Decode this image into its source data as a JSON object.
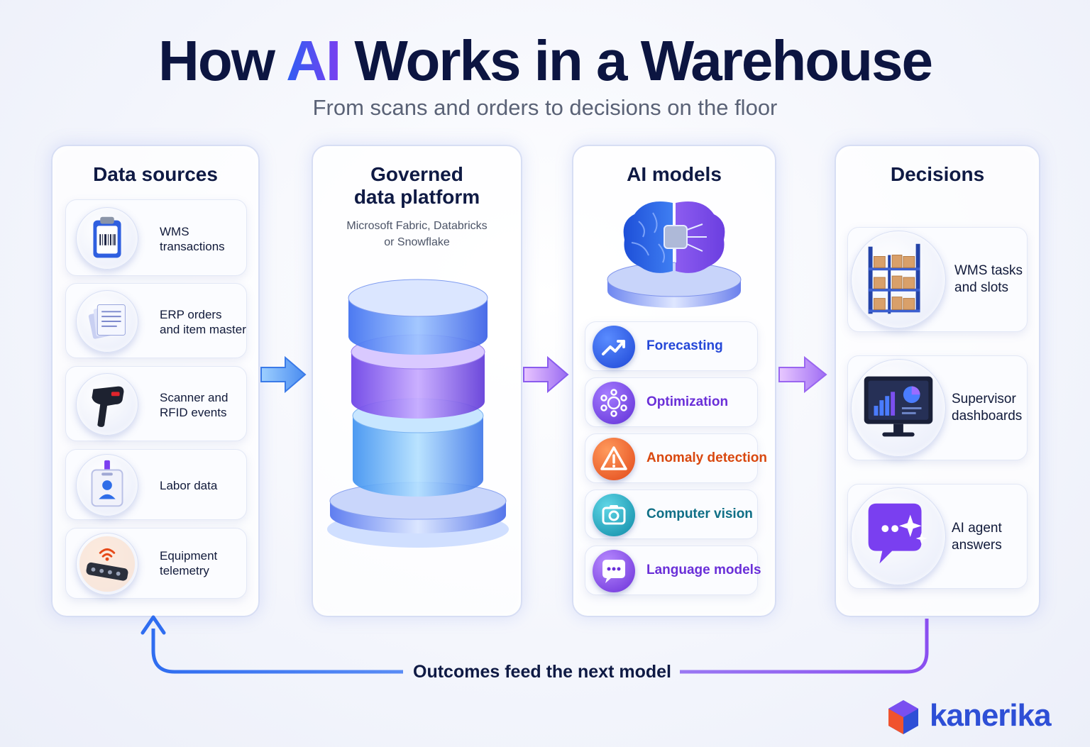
{
  "header": {
    "title_pre": "How ",
    "title_ai": "AI",
    "title_post": " Works in a Warehouse",
    "subtitle": "From scans and orders to decisions on the floor"
  },
  "panels": {
    "data_sources": {
      "title": "Data sources",
      "items": [
        {
          "label": "WMS\ntransactions",
          "icon": "clipboard-barcode-icon"
        },
        {
          "label": "ERP orders\nand item master",
          "icon": "documents-icon"
        },
        {
          "label": "Scanner and\nRFID events",
          "icon": "barcode-scanner-icon"
        },
        {
          "label": "Labor data",
          "icon": "id-badge-icon"
        },
        {
          "label": "Equipment\ntelemetry",
          "icon": "telemetry-sensor-icon"
        }
      ]
    },
    "platform": {
      "title_line1": "Governed",
      "title_line2": "data platform",
      "note_line1": "Microsoft Fabric, Databricks",
      "note_line2": "or Snowflake",
      "icon": "database-stack-icon"
    },
    "models": {
      "title": "AI models",
      "icon": "brain-chip-icon",
      "items": [
        {
          "label": "Forecasting",
          "color": "#2548d8",
          "icon": "trend-up-icon"
        },
        {
          "label": "Optimization",
          "color": "#6a2fd8",
          "icon": "network-nodes-icon"
        },
        {
          "label": "Anomaly detection",
          "color": "#d9480f",
          "icon": "warning-triangle-icon"
        },
        {
          "label": "Computer vision",
          "color": "#0f6f86",
          "icon": "camera-icon"
        },
        {
          "label": "Language models",
          "color": "#6a2fd8",
          "icon": "chat-bubble-icon"
        }
      ]
    },
    "decisions": {
      "title": "Decisions",
      "items": [
        {
          "label": "WMS tasks\nand slots",
          "icon": "warehouse-shelves-icon"
        },
        {
          "label": "Supervisor\ndashboards",
          "icon": "monitor-dashboard-icon"
        },
        {
          "label": "AI agent\nanswers",
          "icon": "ai-chat-sparkle-icon"
        }
      ]
    }
  },
  "feedback": {
    "label": "Outcomes feed the next model"
  },
  "brand": {
    "name": "kanerika",
    "color": "#2e4fd6"
  }
}
